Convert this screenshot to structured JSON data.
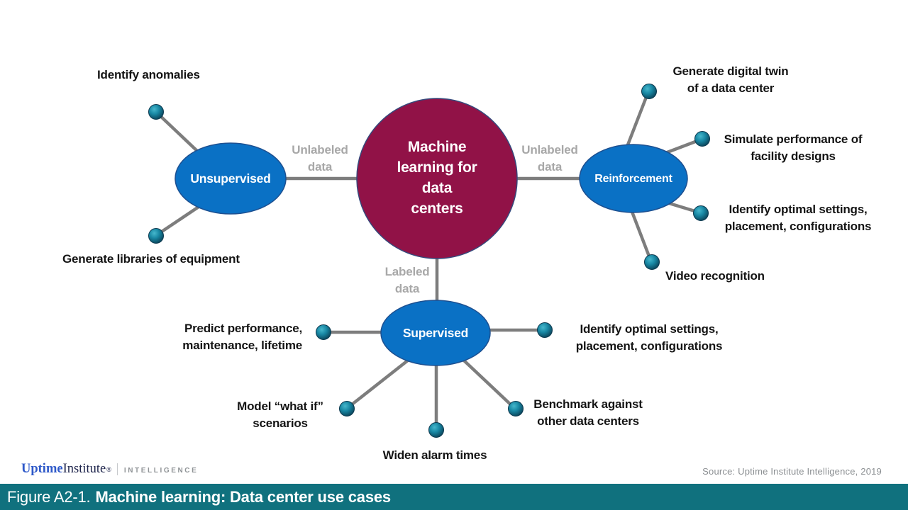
{
  "diagram": {
    "center_label": "Machine\nlearning for\ndata\ncenters",
    "clusters": {
      "unsupervised": {
        "label": "Unsupervised",
        "link_label": "Unlabeled\ndata",
        "leaves": [
          "Identify anomalies",
          "Generate libraries of equipment"
        ]
      },
      "reinforcement": {
        "label": "Reinforcement",
        "link_label": "Unlabeled\ndata",
        "leaves": [
          "Generate digital twin\nof a data center",
          "Simulate performance of\nfacility designs",
          "Identify optimal settings,\nplacement, configurations",
          "Video recognition"
        ]
      },
      "supervised": {
        "label": "Supervised",
        "link_label": "Labeled\ndata",
        "leaves": [
          "Predict performance,\nmaintenance, lifetime",
          "Identify optimal settings,\nplacement, configurations",
          "Model “what if”\nscenarios",
          "Widen alarm times",
          "Benchmark against\nother data centers"
        ]
      }
    }
  },
  "footer": {
    "logo": {
      "uptime": "Uptime",
      "institute": "Institute",
      "reg": "®",
      "sub_brand": "INTELLIGENCE"
    },
    "source": "Source: Uptime Institute Intelligence, 2019"
  },
  "caption": {
    "figure": "Figure A2-1.",
    "title": "Machine learning: Data center use cases"
  },
  "colors": {
    "center_fill": "#911247",
    "node_fill": "#0a71c5",
    "dot_teal": "#15809b",
    "connector_gray": "#7d7d7d",
    "link_label_gray": "#a8a8a8",
    "caption_bar_teal": "#10717e",
    "logo_blue": "#2e59c9",
    "logo_navy": "#20264d",
    "footer_gray": "#8b8f92"
  }
}
